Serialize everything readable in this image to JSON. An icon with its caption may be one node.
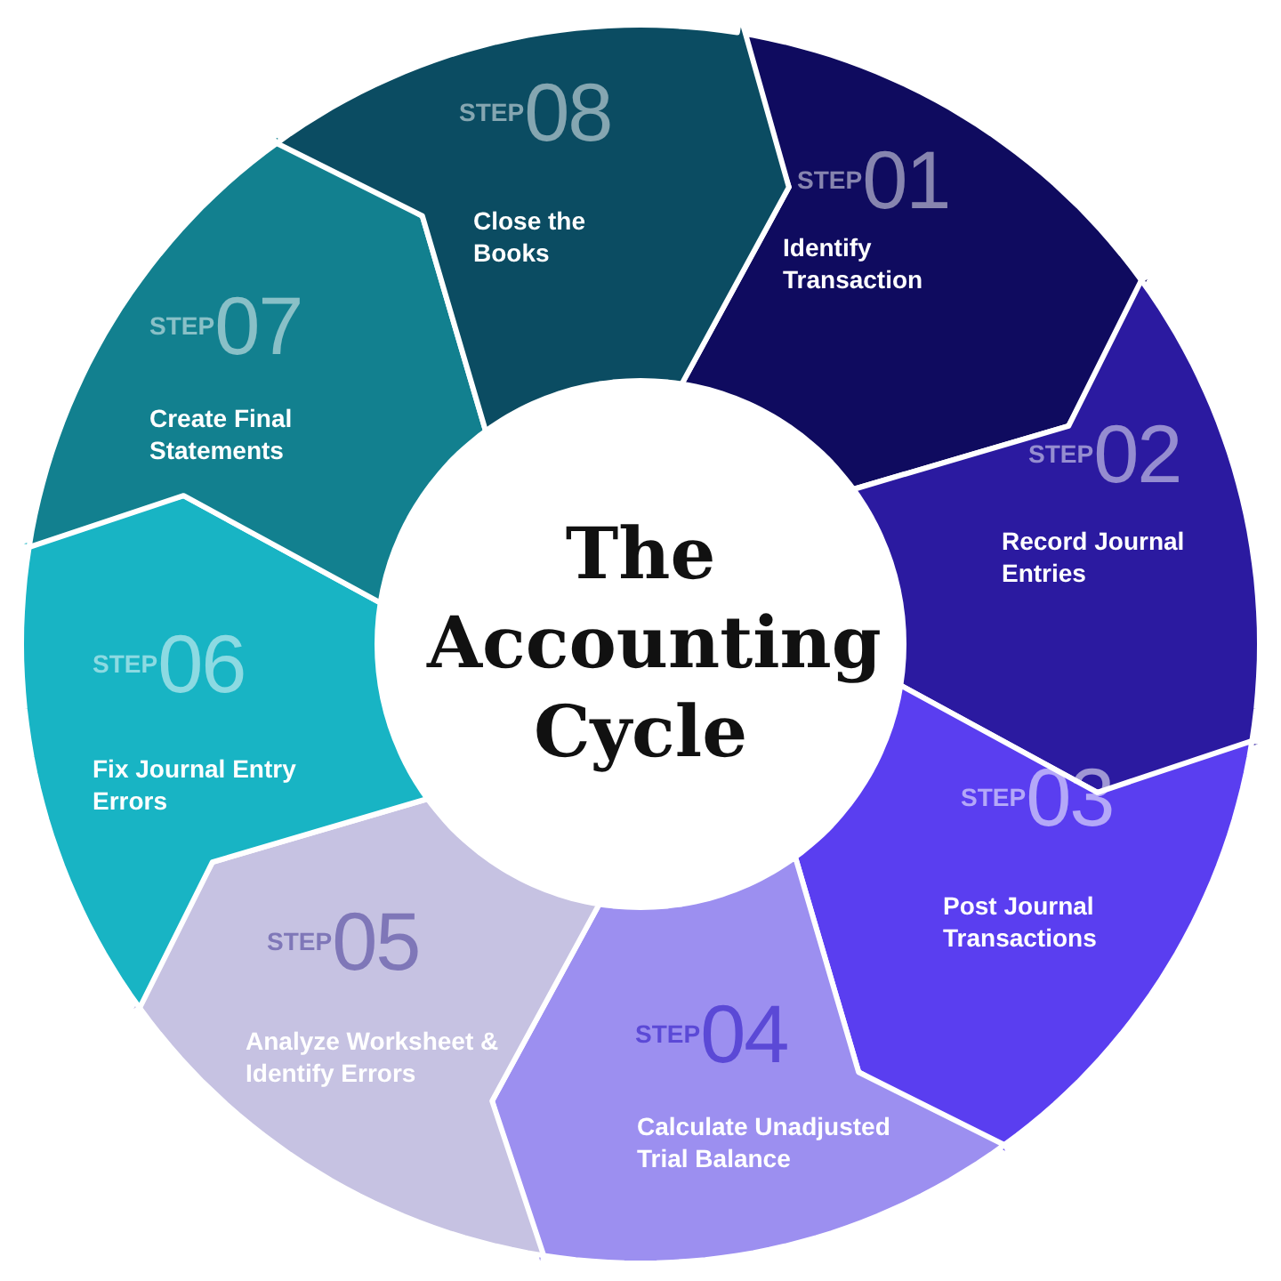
{
  "diagram": {
    "nodes": [
      {
        "text": [
          "The Accounting Cycle"
        ]
      },
      {
        "text": [
          "STEP",
          "01",
          "Identify Transaction"
        ]
      },
      {
        "text": [
          "STEP",
          "02",
          "Record Journal Entries"
        ]
      },
      {
        "text": [
          "STEP",
          "03",
          "Post Journal Transactions"
        ]
      },
      {
        "text": [
          "STEP",
          "04",
          "Calculate Unadjusted Trial Balance"
        ]
      },
      {
        "text": [
          "STEP",
          "05",
          "Analyze Worksheet & Identify Errors"
        ]
      },
      {
        "text": [
          "STEP",
          "06",
          "Fix Journal Entry Errors"
        ]
      },
      {
        "text": [
          "STEP",
          "07",
          "Create Final Statements"
        ]
      },
      {
        "text": [
          "STEP",
          "08",
          "Close the Books"
        ]
      }
    ]
  }
}
